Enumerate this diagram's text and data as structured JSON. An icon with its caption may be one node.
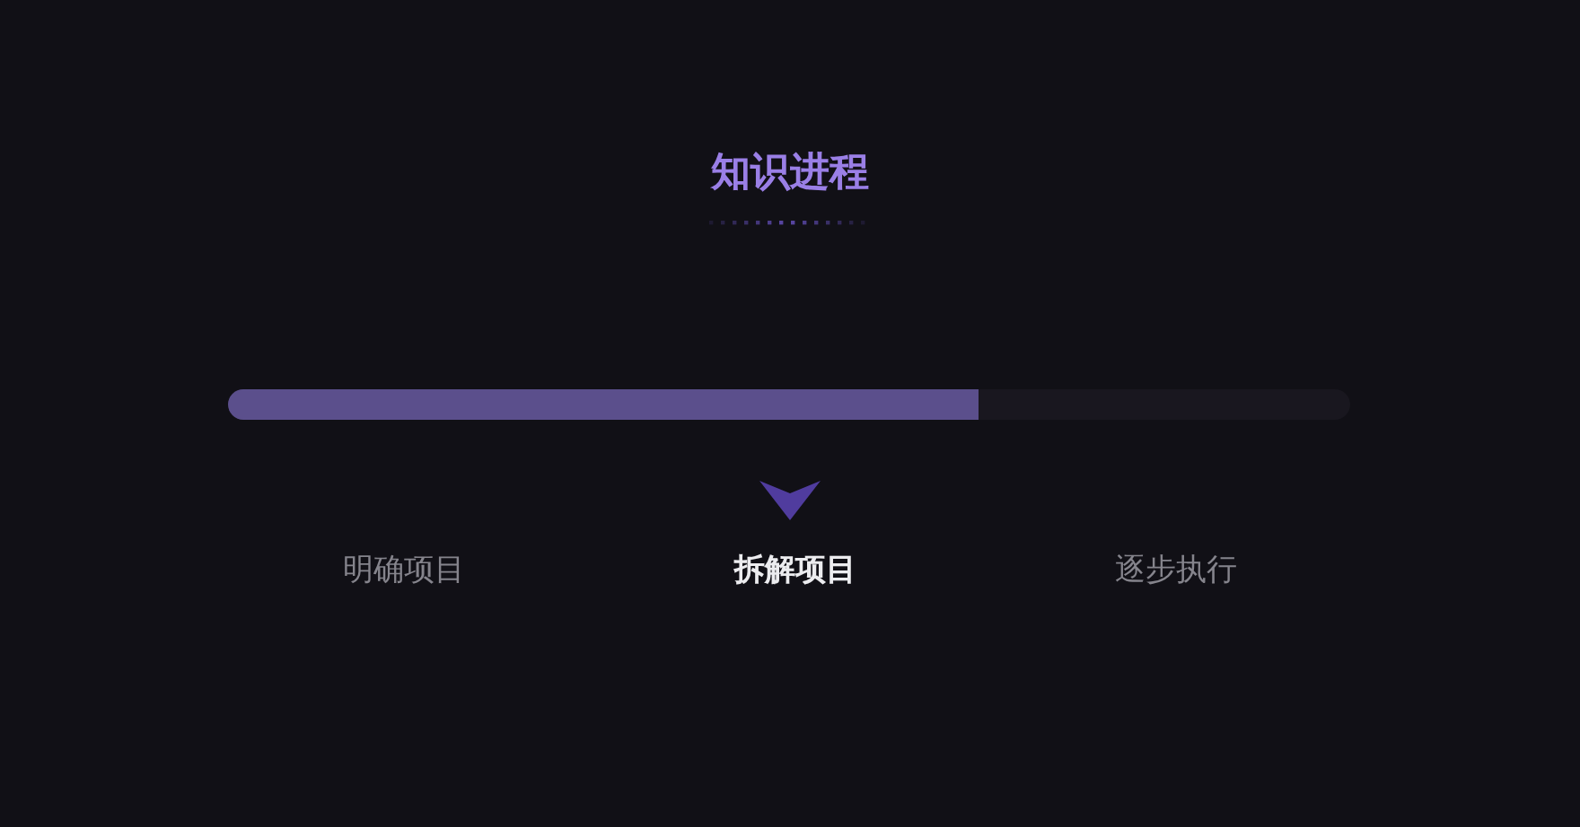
{
  "diagram": {
    "title": "知识进程",
    "labels": [
      "明确项目",
      "拆解项目",
      "逐步执行"
    ]
  }
}
